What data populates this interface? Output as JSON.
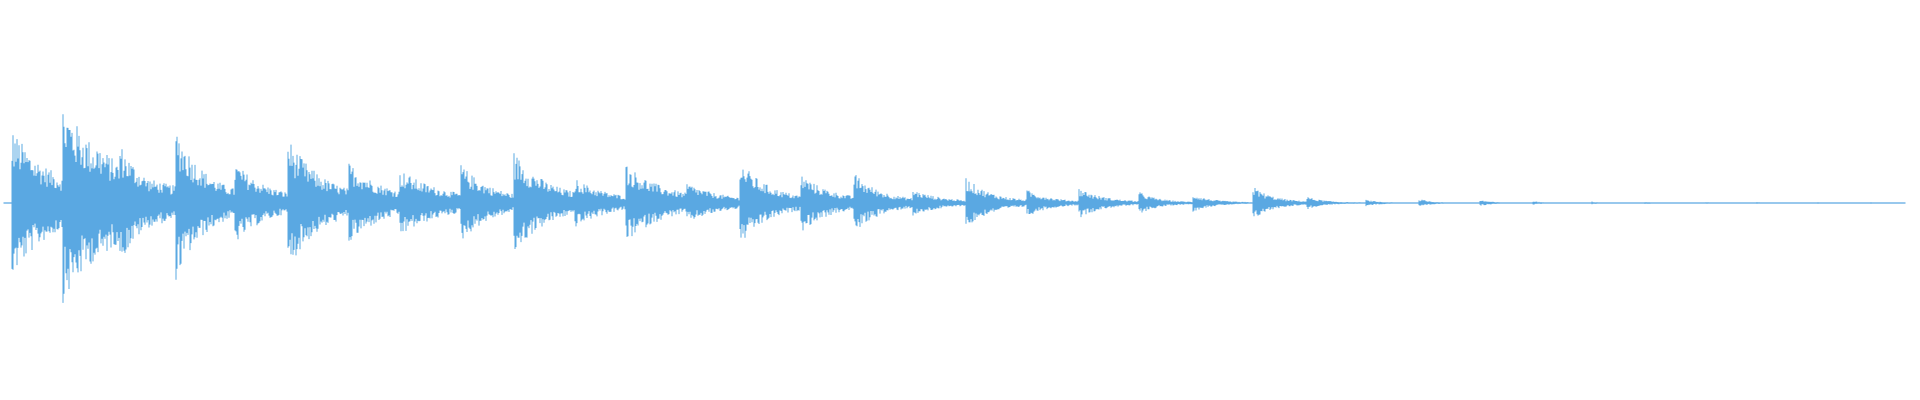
{
  "waveform": {
    "color": "#5aa8e2",
    "background": "#ffffff",
    "onsets": [
      {
        "t": 0.004,
        "amp": 0.66,
        "sustain": 0.18
      },
      {
        "t": 0.031,
        "amp": 0.88,
        "sustain": 0.22
      },
      {
        "t": 0.048,
        "amp": 0.55,
        "sustain": 0.2
      },
      {
        "t": 0.061,
        "amp": 0.53,
        "sustain": 0.12
      },
      {
        "t": 0.09,
        "amp": 0.7,
        "sustain": 0.12
      },
      {
        "t": 0.121,
        "amp": 0.37,
        "sustain": 0.14
      },
      {
        "t": 0.149,
        "amp": 0.59,
        "sustain": 0.14
      },
      {
        "t": 0.181,
        "amp": 0.37,
        "sustain": 0.15
      },
      {
        "t": 0.208,
        "amp": 0.3,
        "sustain": 0.18
      },
      {
        "t": 0.24,
        "amp": 0.35,
        "sustain": 0.13
      },
      {
        "t": 0.268,
        "amp": 0.46,
        "sustain": 0.14
      },
      {
        "t": 0.3,
        "amp": 0.22,
        "sustain": 0.15
      },
      {
        "t": 0.327,
        "amp": 0.35,
        "sustain": 0.16
      },
      {
        "t": 0.359,
        "amp": 0.18,
        "sustain": 0.15
      },
      {
        "t": 0.387,
        "amp": 0.38,
        "sustain": 0.12
      },
      {
        "t": 0.419,
        "amp": 0.26,
        "sustain": 0.13
      },
      {
        "t": 0.447,
        "amp": 0.27,
        "sustain": 0.11
      },
      {
        "t": 0.478,
        "amp": 0.12,
        "sustain": 0.12
      },
      {
        "t": 0.506,
        "amp": 0.23,
        "sustain": 0.1
      },
      {
        "t": 0.538,
        "amp": 0.12,
        "sustain": 0.1
      },
      {
        "t": 0.565,
        "amp": 0.14,
        "sustain": 0.1
      },
      {
        "t": 0.597,
        "amp": 0.1,
        "sustain": 0.08
      },
      {
        "t": 0.625,
        "amp": 0.08,
        "sustain": 0.08
      },
      {
        "t": 0.657,
        "amp": 0.15,
        "sustain": 0.08
      },
      {
        "t": 0.685,
        "amp": 0.06,
        "sustain": 0.07
      },
      {
        "t": 0.716,
        "amp": 0.03,
        "sustain": 0.06
      },
      {
        "t": 0.744,
        "amp": 0.04,
        "sustain": 0.05
      },
      {
        "t": 0.776,
        "amp": 0.03,
        "sustain": 0.05
      },
      {
        "t": 0.804,
        "amp": 0.02,
        "sustain": 0.04
      },
      {
        "t": 0.835,
        "amp": 0.015,
        "sustain": 0.03
      },
      {
        "t": 0.863,
        "amp": 0.012,
        "sustain": 0.03
      },
      {
        "t": 0.895,
        "amp": 0.01,
        "sustain": 0.02
      },
      {
        "t": 0.922,
        "amp": 0.01,
        "sustain": 0.02
      },
      {
        "t": 0.954,
        "amp": 0.008,
        "sustain": 0.015
      },
      {
        "t": 0.982,
        "amp": 0.008,
        "sustain": 0.015
      }
    ]
  }
}
